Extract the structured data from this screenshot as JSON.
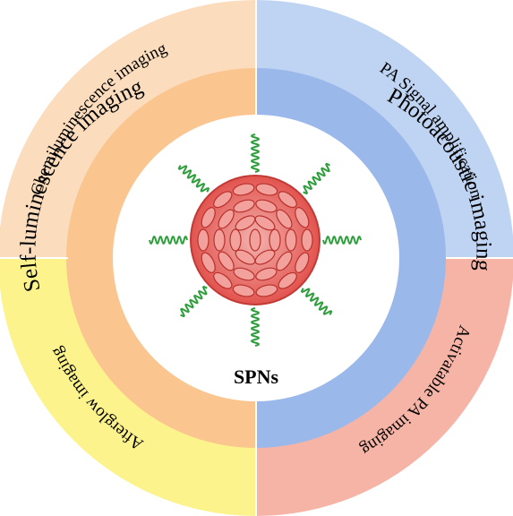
{
  "diagram": {
    "center_label": "SPNs",
    "outer_ring": [
      {
        "label": "Chemiluminescence imaging",
        "color": "#fbdcbc"
      },
      {
        "label": "PA Signal amplification",
        "color": "#bfd3f2"
      },
      {
        "label": "Activatable PA imaging",
        "color": "#f6b4a7"
      },
      {
        "label": "Afterglow imaging",
        "color": "#fcf38c"
      }
    ],
    "inner_ring": [
      {
        "label": "Self-luminescence imaging",
        "color": "#fbc58f"
      },
      {
        "label": "Photoacoustic imaging",
        "color": "#9bb8ea"
      }
    ],
    "colors": {
      "center_fill": "#ffffff",
      "divider": "#ffffff",
      "particle": "#e2534e",
      "chain": "#2e9e3c"
    }
  }
}
